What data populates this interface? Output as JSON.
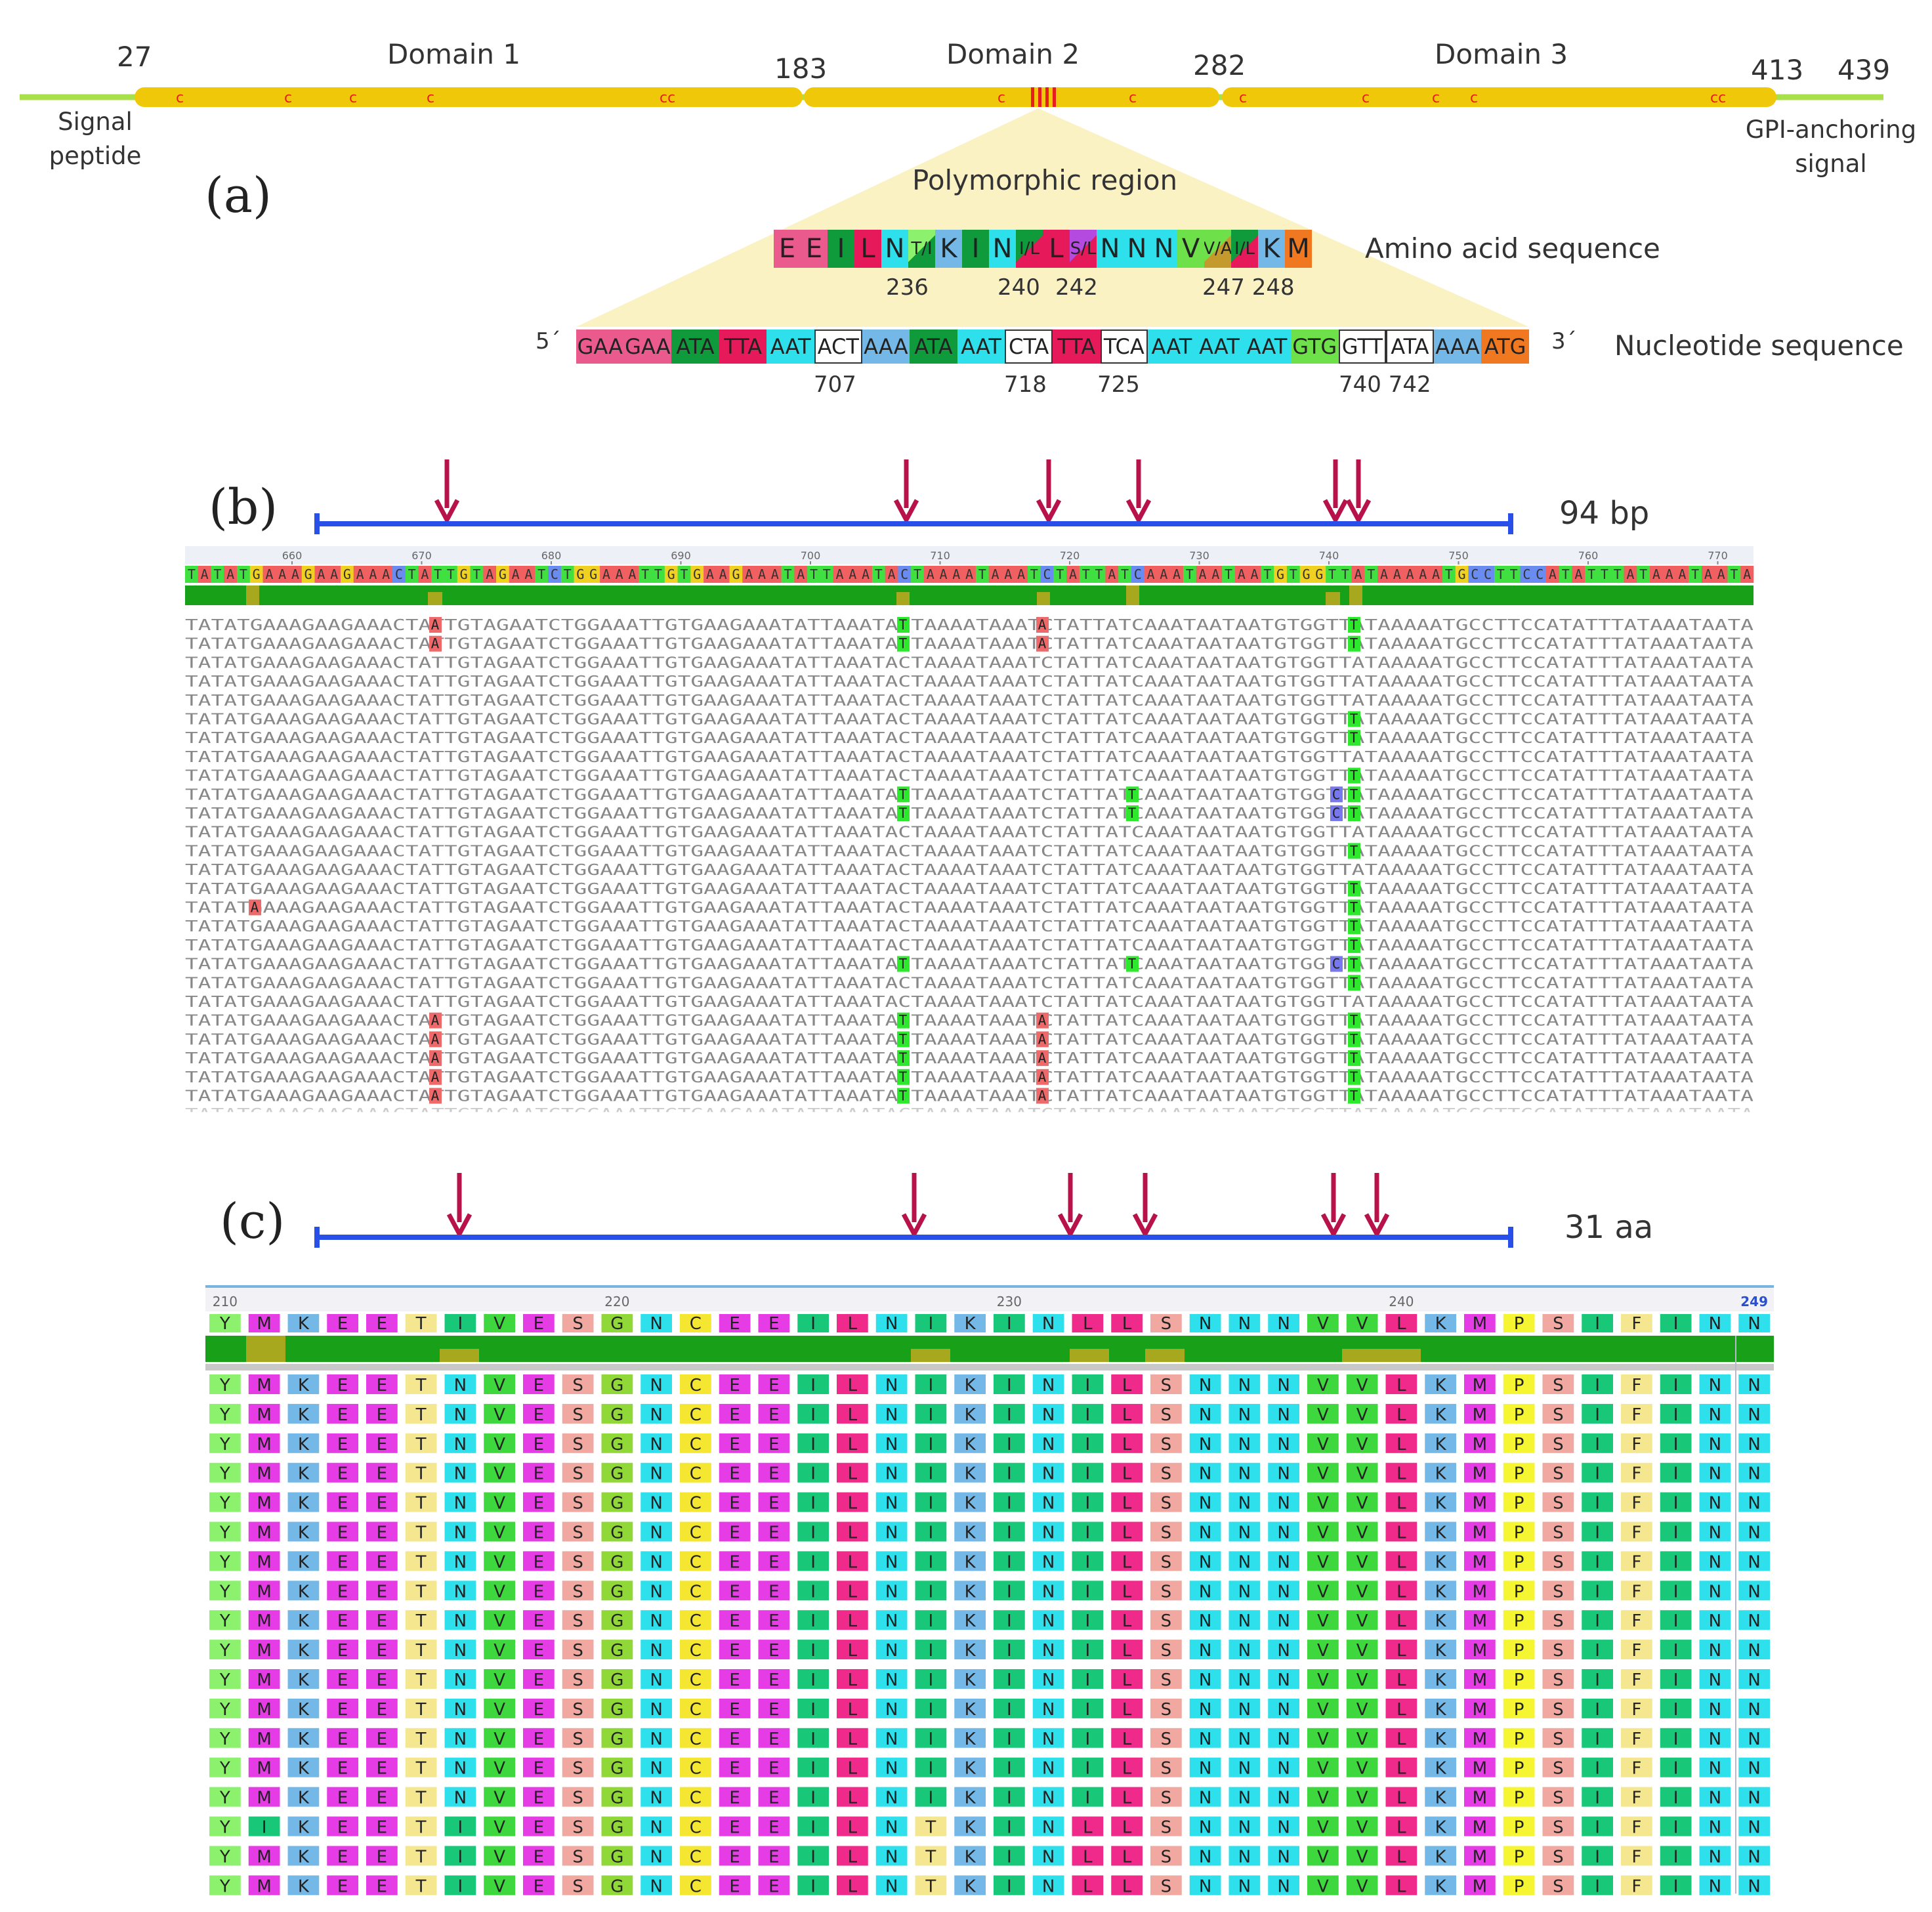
{
  "panel_a": {
    "letter": "(a)",
    "positions": {
      "start": "27",
      "d1_end": "183",
      "d2_end": "282",
      "d3_end": "413",
      "end": "439"
    },
    "domains": [
      "Domain 1",
      "Domain 2",
      "Domain 3"
    ],
    "signal_peptide": [
      "Signal",
      "peptide"
    ],
    "gpi_signal": [
      "GPI-anchoring",
      "signal"
    ],
    "cys_mark": "c",
    "cys_double": "cc",
    "polymorphic_title": "Polymorphic region",
    "aa_caption": "Amino acid sequence",
    "nt_caption": "Nucleotide sequence",
    "five_prime": "5´",
    "three_prime": "3´",
    "aa_cells": [
      {
        "t": "E",
        "c": "#ea5a8c"
      },
      {
        "t": "E",
        "c": "#ea5a8c"
      },
      {
        "t": "I",
        "c": "#0f9a3c"
      },
      {
        "t": "L",
        "c": "#e6195a"
      },
      {
        "t": "N",
        "c": "#2ee0ec"
      },
      {
        "t": "T/I",
        "c": "#8cf26e",
        "c2": "#0f9a3c",
        "split": true
      },
      {
        "t": "K",
        "c": "#74b8e8"
      },
      {
        "t": "I",
        "c": "#0f9a3c"
      },
      {
        "t": "N",
        "c": "#2ee0ec"
      },
      {
        "t": "I/L",
        "c": "#0f9a3c",
        "c2": "#e6195a",
        "split": true
      },
      {
        "t": "L",
        "c": "#e6195a"
      },
      {
        "t": "S/L",
        "c": "#b44ae0",
        "c2": "#e6195a",
        "split": true
      },
      {
        "t": "N",
        "c": "#2ee0ec"
      },
      {
        "t": "N",
        "c": "#2ee0ec"
      },
      {
        "t": "N",
        "c": "#2ee0ec"
      },
      {
        "t": "V",
        "c": "#6ee04a"
      },
      {
        "t": "V/A",
        "c": "#6ee04a",
        "c2": "#c49a2c",
        "split": true
      },
      {
        "t": "I/L",
        "c": "#0f9a3c",
        "c2": "#e6195a",
        "split": true
      },
      {
        "t": "K",
        "c": "#74b8e8"
      },
      {
        "t": "M",
        "c": "#f07820"
      }
    ],
    "aa_positions": [
      "236",
      "240",
      "242",
      "247 248"
    ],
    "nt_cells": [
      {
        "t": "GAA",
        "c": "#ea5a8c"
      },
      {
        "t": "GAA",
        "c": "#ea5a8c"
      },
      {
        "t": "ATA",
        "c": "#0f9a3c"
      },
      {
        "t": "TTA",
        "c": "#e6195a"
      },
      {
        "t": "AAT",
        "c": "#2ee0ec"
      },
      {
        "t": "ACT",
        "c": "#ffffff",
        "box": true
      },
      {
        "t": "AAA",
        "c": "#74b8e8"
      },
      {
        "t": "ATA",
        "c": "#0f9a3c"
      },
      {
        "t": "AAT",
        "c": "#2ee0ec"
      },
      {
        "t": "CTA",
        "c": "#ffffff",
        "box": true
      },
      {
        "t": "TTA",
        "c": "#e6195a"
      },
      {
        "t": "TCA",
        "c": "#ffffff",
        "box": true
      },
      {
        "t": "AAT",
        "c": "#2ee0ec"
      },
      {
        "t": "AAT",
        "c": "#2ee0ec"
      },
      {
        "t": "AAT",
        "c": "#2ee0ec"
      },
      {
        "t": "GTG",
        "c": "#6ee04a"
      },
      {
        "t": "GTT",
        "c": "#ffffff",
        "box": true
      },
      {
        "t": "ATA",
        "c": "#ffffff",
        "box": true
      },
      {
        "t": "AAA",
        "c": "#74b8e8"
      },
      {
        "t": "ATG",
        "c": "#f07820"
      }
    ],
    "nt_positions": [
      "707",
      "718",
      "725",
      "740 742"
    ]
  },
  "panel_b": {
    "letter": "(b)",
    "length_label": "94 bp",
    "ruler_ticks": [
      "660",
      "670",
      "680",
      "690",
      "700",
      "710",
      "720",
      "730",
      "740",
      "750",
      "760",
      "770"
    ],
    "consensus": "TATATGAAAGAAGAAACTATTGTAGAATCTGGAAATTGTGAAGAAATATTAAATACTAAAATAAATCTATTATCAAATAATAATGTGGTTATAAAAATGCCTTCCATATTTATAAATAATA",
    "variants": [
      {
        "pos": 1,
        "b": "A",
        "c": "#ee6a6a"
      },
      {
        "pos": 2,
        "b": "T",
        "c": "#2ee82e"
      },
      {
        "pos": 3,
        "b": "A",
        "c": "#ee6a6a"
      },
      {
        "pos": 4,
        "b": "T",
        "c": "#2ee82e"
      },
      {
        "pos": 5,
        "b": "C",
        "c": "#7878ee"
      },
      {
        "pos": 6,
        "b": "T",
        "c": "#2ee82e"
      },
      {
        "pos": 7,
        "b": "A",
        "c": "#ee6a6a"
      }
    ],
    "rows": [
      [
        1,
        2,
        3,
        6
      ],
      [
        1,
        2,
        3,
        6
      ],
      [],
      [],
      [],
      [
        6
      ],
      [
        6
      ],
      [],
      [
        6
      ],
      [
        2,
        4,
        5,
        6
      ],
      [
        2,
        4,
        5,
        6
      ],
      [],
      [
        6
      ],
      [],
      [
        6
      ],
      [
        7,
        6
      ],
      [
        6
      ],
      [
        6
      ],
      [
        2,
        4,
        5,
        6
      ],
      [
        6
      ],
      [],
      [
        1,
        2,
        3,
        6
      ],
      [
        1,
        2,
        3,
        6
      ],
      [
        1,
        2,
        3,
        6
      ],
      [
        1,
        2,
        3,
        6
      ],
      [
        1,
        2,
        3,
        6
      ]
    ]
  },
  "panel_c": {
    "letter": "(c)",
    "length_label": "31 aa",
    "ruler_ticks": [
      "210",
      "220",
      "230",
      "240",
      "249"
    ],
    "consensus": [
      "Y",
      "M",
      "K",
      "E",
      "E",
      "T",
      "I",
      "V",
      "E",
      "S",
      "G",
      "N",
      "C",
      "E",
      "E",
      "I",
      "L",
      "N",
      "I",
      "K",
      "I",
      "N",
      "L",
      "L",
      "S",
      "N",
      "N",
      "N",
      "V",
      "V",
      "L",
      "K",
      "M",
      "P",
      "S",
      "I",
      "F",
      "I",
      "N",
      "N"
    ],
    "alt_rows": [
      [
        "Y",
        "M",
        "K",
        "E",
        "E",
        "T",
        "N",
        "V",
        "E",
        "S",
        "G",
        "N",
        "C",
        "E",
        "E",
        "I",
        "L",
        "N",
        "I",
        "K",
        "I",
        "N",
        "I",
        "L",
        "S",
        "N",
        "N",
        "N",
        "V",
        "V",
        "L",
        "K",
        "M",
        "P",
        "S",
        "I",
        "F",
        "I",
        "N",
        "N"
      ],
      [
        "Y",
        "I",
        "K",
        "E",
        "E",
        "T",
        "I",
        "V",
        "E",
        "S",
        "G",
        "N",
        "C",
        "E",
        "E",
        "I",
        "L",
        "N",
        "T",
        "K",
        "I",
        "N",
        "L",
        "L",
        "S",
        "N",
        "N",
        "N",
        "V",
        "V",
        "L",
        "K",
        "M",
        "P",
        "S",
        "I",
        "F",
        "I",
        "N",
        "N"
      ],
      [
        "Y",
        "M",
        "K",
        "E",
        "E",
        "T",
        "I",
        "V",
        "E",
        "S",
        "G",
        "N",
        "C",
        "E",
        "E",
        "I",
        "L",
        "N",
        "T",
        "K",
        "I",
        "N",
        "L",
        "L",
        "S",
        "N",
        "N",
        "N",
        "V",
        "V",
        "L",
        "K",
        "M",
        "P",
        "S",
        "I",
        "F",
        "I",
        "N",
        "N"
      ]
    ],
    "row_pattern": [
      0,
      0,
      0,
      0,
      0,
      0,
      0,
      0,
      0,
      0,
      0,
      0,
      0,
      0,
      0,
      1,
      2,
      2
    ],
    "aa_colors": {
      "Y": "#8cf26e",
      "M": "#e63ce6",
      "K": "#74b8e8",
      "E": "#e63ce6",
      "T": "#f5e690",
      "I": "#18c878",
      "V": "#3ed83e",
      "S": "#f0a8a0",
      "G": "#90d838",
      "N": "#2ee0ec",
      "C": "#f5e632",
      "L": "#f02a8a",
      "P": "#f5f532",
      "F": "#f5e690"
    }
  },
  "colors": {
    "backbone": "#a8e04a",
    "domain": "#f0c80a",
    "arrow": "#b8124a",
    "ruler": "#2850e8",
    "highlight": "#fbf2c4"
  }
}
